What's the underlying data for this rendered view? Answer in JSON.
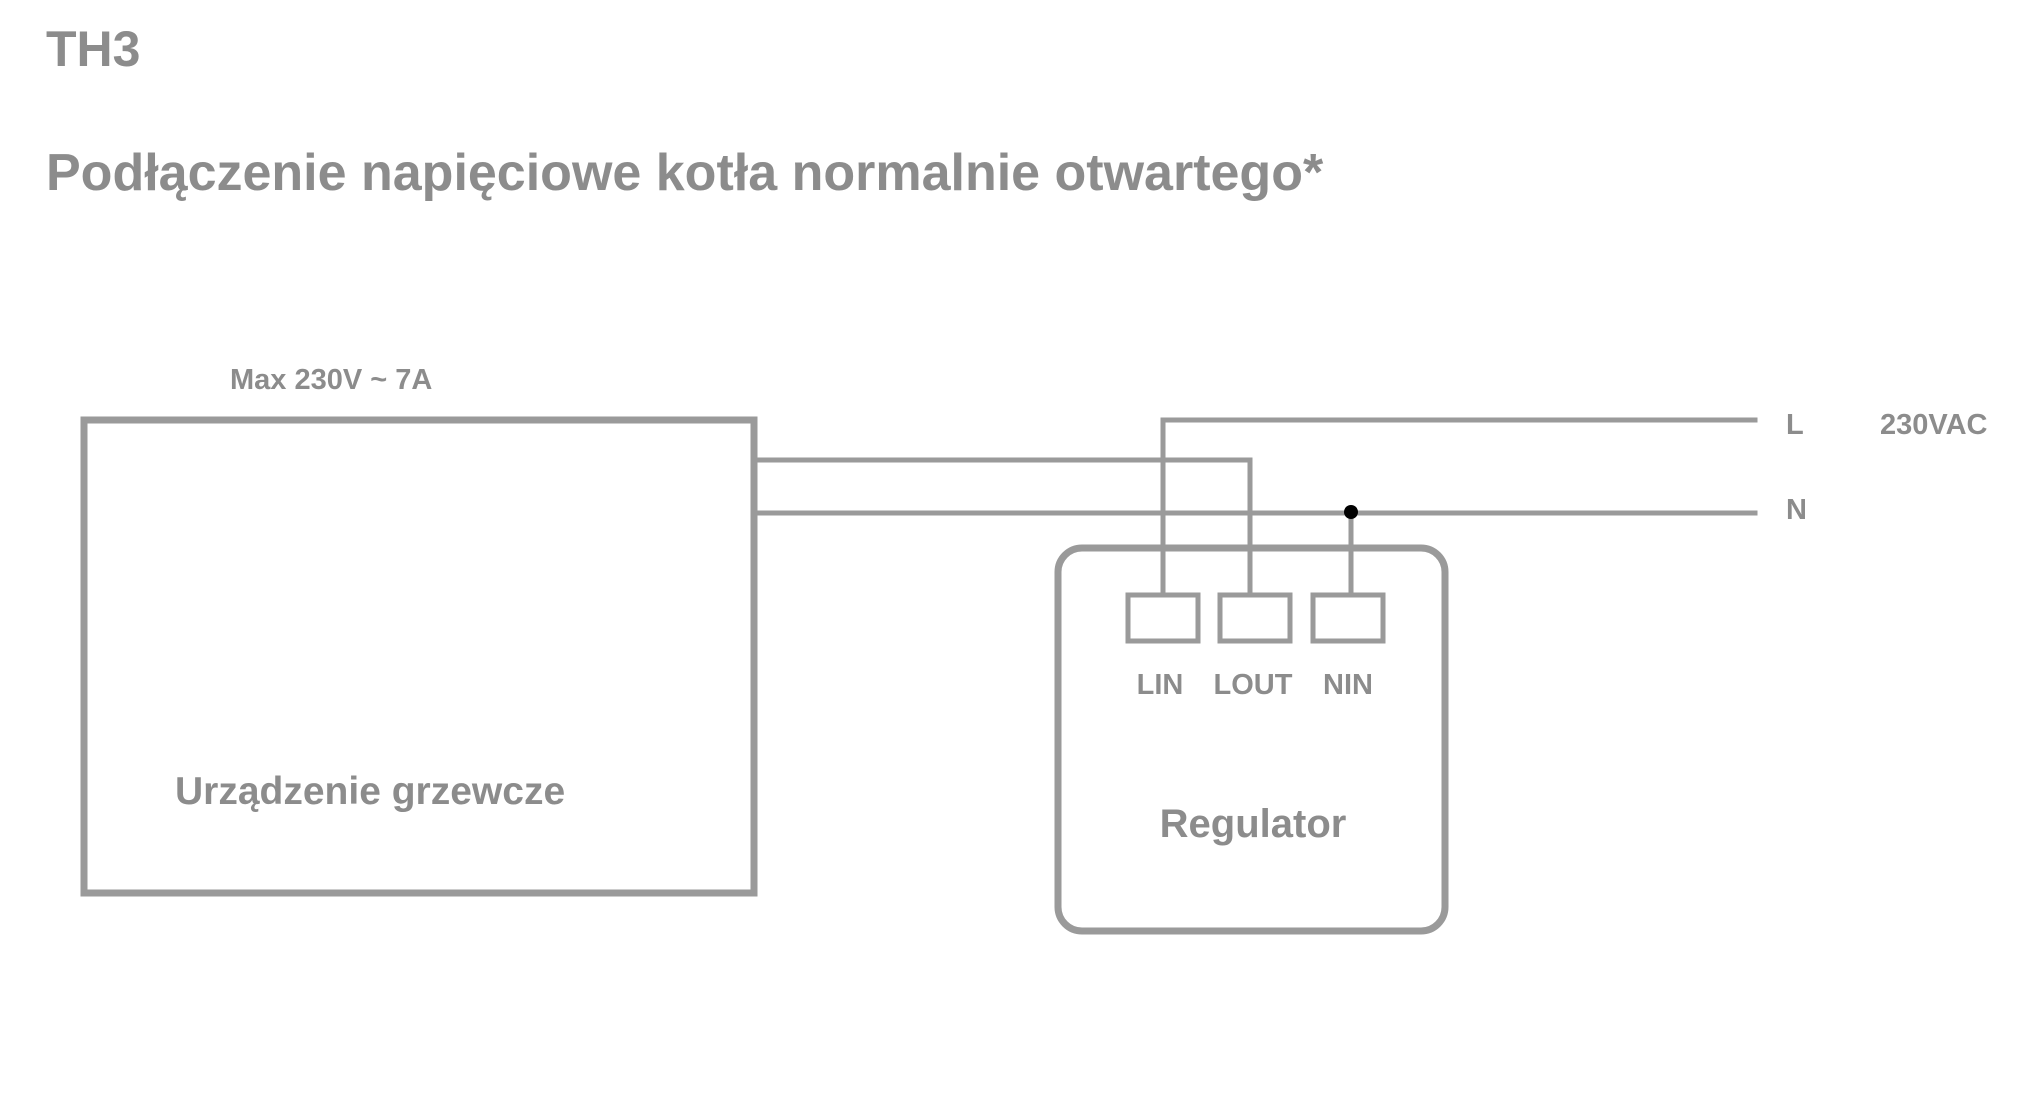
{
  "header": {
    "model": "TH3",
    "title": "Podłączenie napięciowe kotła normalnie otwartego*"
  },
  "heating_device": {
    "rating": "Max 230V ~ 7A",
    "label": "Urządzenie grzewcze"
  },
  "regulator": {
    "label": "Regulator",
    "terminals": [
      "LIN",
      "LOUT",
      "NIN"
    ]
  },
  "supply": {
    "line_label": "L",
    "neutral_label": "N",
    "voltage": "230VAC"
  },
  "colors": {
    "line": "#9a9a9a",
    "text": "#8c8c8c",
    "junction": "#000000",
    "background": "#ffffff"
  }
}
